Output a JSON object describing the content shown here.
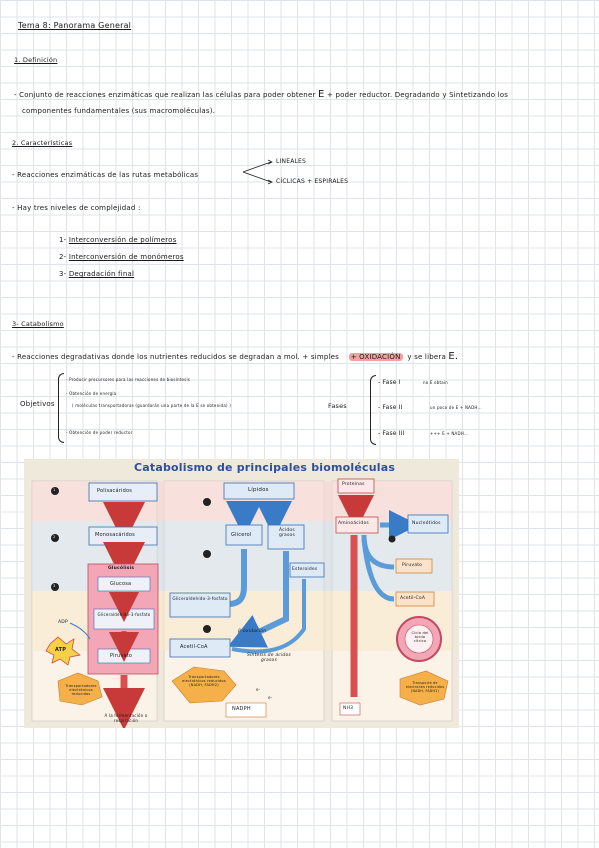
{
  "header": {
    "title": "Tema 8: Panorama General"
  },
  "s1": {
    "heading": "1. Definición",
    "line1": "- Conjunto de reacciones enzimáticas que realizan las células para poder obtener",
    "e_symbol": "E",
    "line1b": "+ poder reductor. Degradando y Sintetizando los",
    "line2": "componentes fundamentales (sus macromoléculas)."
  },
  "s2": {
    "heading": "2. Características",
    "reactions": "- Reacciones enzimáticas de las rutas metabólicas",
    "branch_top": "LINEALES",
    "branch_bottom": "CÍCLICAS + ESPIRALES",
    "levels_intro": "- Hay tres niveles de complejidad :",
    "levels": [
      {
        "n": "1-",
        "text": "Interconversión de polímeros"
      },
      {
        "n": "2-",
        "text": "Interconversión de monómeros"
      },
      {
        "n": "3-",
        "text": "Degradación final"
      }
    ]
  },
  "s3": {
    "heading": "3- Catabolismo",
    "line_a": "- Reacciones degradativas donde los nutrientes reducidos se degradan a",
    "line_b": "mol. + simples",
    "oxidacion": "+ OXIDACIÓN",
    "line_c": "y se libera",
    "e_symbol": "E.",
    "objetivos_label": "Objetivos",
    "objetivos": [
      "- Producir precursores para las reacciones de biosíntesis",
      "- Obtención de energía",
      "( moléculas transportadoras (guardarán una parte de la E se obtenida) )",
      "- Obtención de poder reductor"
    ],
    "fases_label": "Fases",
    "fases": [
      {
        "name": "- Fase I",
        "note": "no E obtain"
      },
      {
        "name": "- Fase II",
        "note": "un poco de E + NADH..."
      },
      {
        "name": "- Fase III",
        "note": "+++ E + NADH..."
      }
    ]
  },
  "figure": {
    "title": "Catabolismo de principales biomoléculas",
    "col1": {
      "n1": "1",
      "n2": "2",
      "n3": "3",
      "polisacaridos": "Polisacáridos",
      "monosacaridos": "Monosacáridos",
      "glucolisis": "Glucólisis",
      "glucosa": "Glucosa",
      "gliceraldehido": "Gliceraldehído-3-fosfato",
      "piruvato": "Piruvato",
      "adp": "ADP",
      "atp": "ATP",
      "transportadores": "Transportadores electrónicos reducidos",
      "fermentacion": "A la fermentación o respiración"
    },
    "col2": {
      "lipidos": "Lípidos",
      "glicerol": "Glicerol",
      "acidos": "Ácidos grasos",
      "esteroides": "Esteroides",
      "gliceraldehido": "Gliceraldehído-3-fosfato",
      "beta": "β-oxidación",
      "acetil": "Acetil-CoA",
      "sintesis": "Síntesis de ácidos grasos",
      "transportadores": "Transportadores electrónicos reducidos (NADH, FADH2)",
      "nadph": "NADPH",
      "e1": "e-",
      "e2": "e-"
    },
    "col3": {
      "proteinas": "Proteínas",
      "aminoacidos": "Aminoácidos",
      "nucleotidos": "Nucleótidos",
      "piruvato": "Piruvato",
      "acetil": "Acetil-CoA",
      "ciclo": "Ciclo del ácido cítrico",
      "transporte": "Transporte de electrones reducidos (NADH, FADH2)",
      "nh3": "NH3"
    },
    "colors": {
      "sugar": "#e96a7a",
      "lipid": "#5a9bd8",
      "protein": "#d94f4f",
      "accent": "#2c4fa0"
    }
  }
}
